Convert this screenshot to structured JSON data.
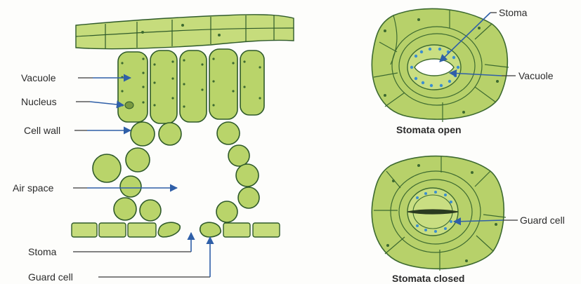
{
  "left_labels": {
    "vacuole": "Vacuole",
    "nucleus": "Nucleus",
    "cell_wall": "Cell wall",
    "air_space": "Air space",
    "stoma": "Stoma",
    "guard_cell": "Guard cell"
  },
  "right_top": {
    "stoma_label": "Stoma",
    "vacuole_label": "Vacuole",
    "caption": "Stomata open"
  },
  "right_bottom": {
    "guard_cell_label": "Guard cell",
    "caption": "Stomata closed"
  },
  "colors": {
    "cell_fill": "#b9d46a",
    "cell_outline": "#2f5a2a",
    "vacuole_blue": "#3c8ed0",
    "arrow_blue": "#2f5fa8"
  }
}
